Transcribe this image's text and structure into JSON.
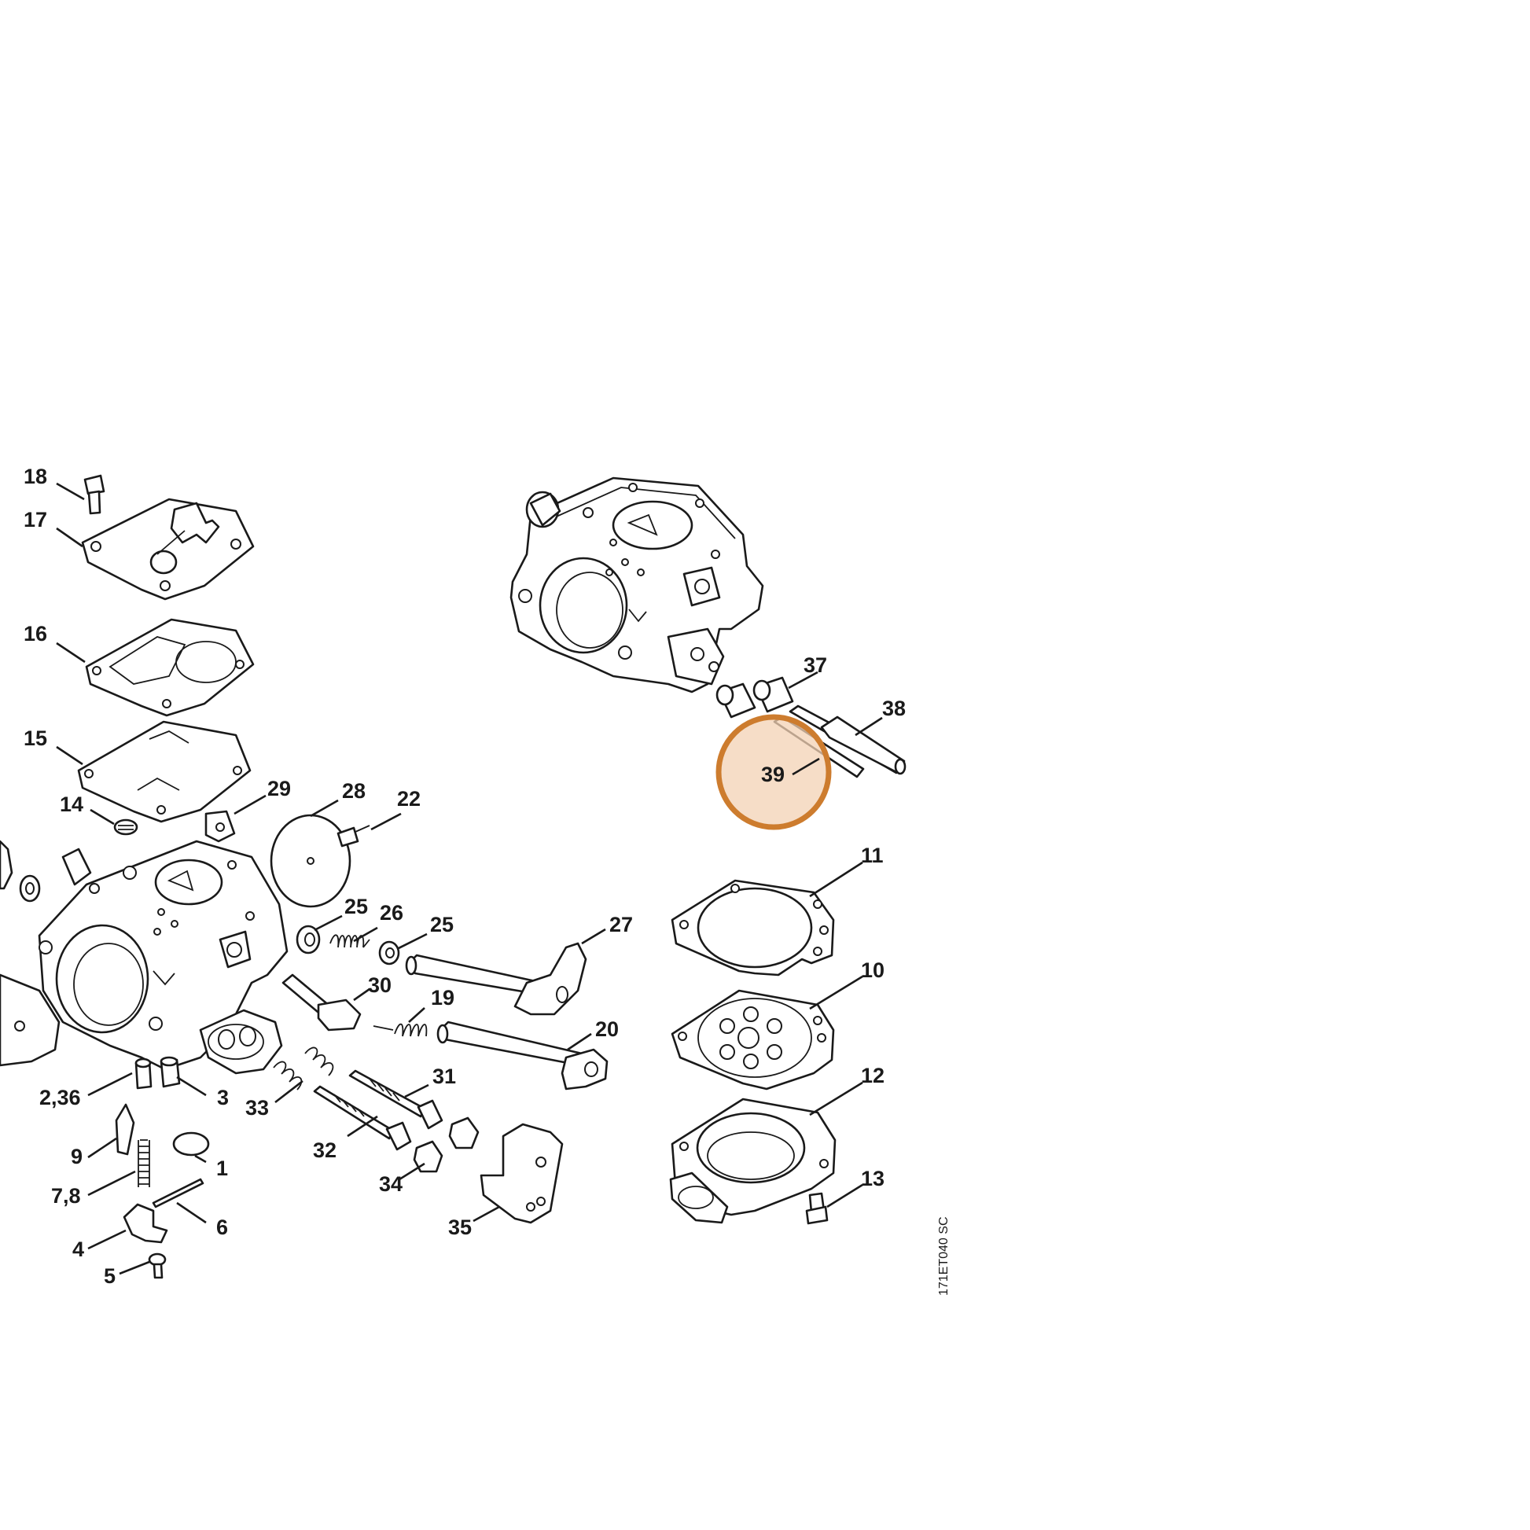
{
  "diagram": {
    "drawing_code": "171ET040 SC",
    "highlight": {
      "label": "39",
      "color": "#cd7c2e",
      "fill": "#f3d2b4"
    },
    "labels": {
      "p1": "1",
      "p2_36": "2,36",
      "p3": "3",
      "p4": "4",
      "p5": "5",
      "p6": "6",
      "p7_8": "7,8",
      "p9": "9",
      "p10": "10",
      "p11": "11",
      "p12": "12",
      "p13": "13",
      "p14": "14",
      "p15": "15",
      "p16": "16",
      "p17": "17",
      "p18": "18",
      "p19": "19",
      "p20": "20",
      "p22": "22",
      "p25a": "25",
      "p25b": "25",
      "p26": "26",
      "p27": "27",
      "p28": "28",
      "p29": "29",
      "p30": "30",
      "p31": "31",
      "p32": "32",
      "p33": "33",
      "p34": "34",
      "p35": "35",
      "p37": "37",
      "p38": "38"
    }
  }
}
